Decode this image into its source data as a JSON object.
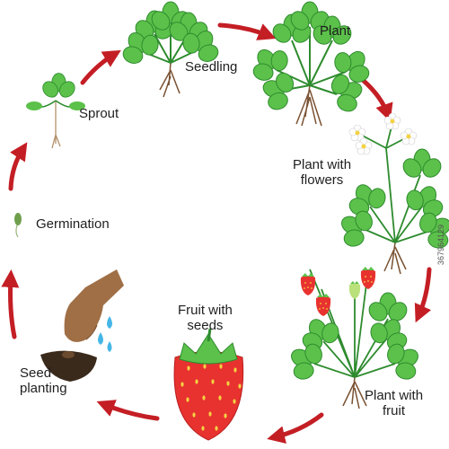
{
  "stages": [
    {
      "id": "seedling",
      "label": "Seedling"
    },
    {
      "id": "plant",
      "label": "Plant"
    },
    {
      "id": "plant-with-flowers",
      "label": "Plant with\nflowers"
    },
    {
      "id": "plant-with-fruit",
      "label": "Plant with\nfruit"
    },
    {
      "id": "fruit-with-seeds",
      "label": "Fruit with\nseeds"
    },
    {
      "id": "seed-planting",
      "label": "Seed\nplanting"
    },
    {
      "id": "germination",
      "label": "Germination"
    },
    {
      "id": "sprout",
      "label": "Sprout"
    }
  ],
  "watermark": "367964129",
  "colors": {
    "arrow": "#c41e25",
    "leaf": "#5cc14a",
    "leaf_dark": "#2e8b2e",
    "root": "#7a5232",
    "berry": "#e8322f",
    "seed": "#f2d243",
    "hand": "#a06f46",
    "water": "#45b6e6",
    "soil": "#3a2a1c"
  }
}
